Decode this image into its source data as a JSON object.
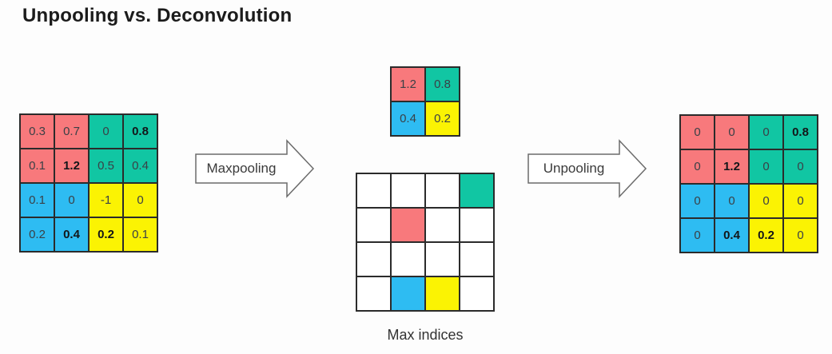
{
  "title": "Unpooling vs. Deconvolution",
  "colors": {
    "red": "#F8797C",
    "teal": "#11C6A3",
    "blue": "#2EBCF2",
    "yellow": "#FBF303",
    "white": "#FFFFFF",
    "grid_line": "#2B2B2B",
    "arrow_outline": "#6B6B6B"
  },
  "arrows": {
    "maxpooling": "Maxpooling",
    "unpooling": "Unpooling"
  },
  "input_grid": {
    "rows": 4,
    "cols": 4,
    "cells": [
      {
        "value": "0.3",
        "color": "red"
      },
      {
        "value": "0.7",
        "color": "red"
      },
      {
        "value": "0",
        "color": "teal"
      },
      {
        "value": "0.8",
        "color": "teal",
        "bold": true
      },
      {
        "value": "0.1",
        "color": "red"
      },
      {
        "value": "1.2",
        "color": "red",
        "bold": true
      },
      {
        "value": "0.5",
        "color": "teal"
      },
      {
        "value": "0.4",
        "color": "teal"
      },
      {
        "value": "0.1",
        "color": "blue"
      },
      {
        "value": "0",
        "color": "blue"
      },
      {
        "value": "-1",
        "color": "yellow"
      },
      {
        "value": "0",
        "color": "yellow"
      },
      {
        "value": "0.2",
        "color": "blue"
      },
      {
        "value": "0.4",
        "color": "blue",
        "bold": true
      },
      {
        "value": "0.2",
        "color": "yellow",
        "bold": true
      },
      {
        "value": "0.1",
        "color": "yellow"
      }
    ]
  },
  "pooled_grid": {
    "rows": 2,
    "cols": 2,
    "cells": [
      {
        "value": "1.2",
        "color": "red"
      },
      {
        "value": "0.8",
        "color": "teal"
      },
      {
        "value": "0.4",
        "color": "blue"
      },
      {
        "value": "0.2",
        "color": "yellow"
      }
    ]
  },
  "max_indices_grid": {
    "rows": 4,
    "cols": 4,
    "label": "Max indices",
    "cells": [
      {
        "value": "",
        "color": "white"
      },
      {
        "value": "",
        "color": "white"
      },
      {
        "value": "",
        "color": "white"
      },
      {
        "value": "",
        "color": "teal"
      },
      {
        "value": "",
        "color": "white"
      },
      {
        "value": "",
        "color": "red"
      },
      {
        "value": "",
        "color": "white"
      },
      {
        "value": "",
        "color": "white"
      },
      {
        "value": "",
        "color": "white"
      },
      {
        "value": "",
        "color": "white"
      },
      {
        "value": "",
        "color": "white"
      },
      {
        "value": "",
        "color": "white"
      },
      {
        "value": "",
        "color": "white"
      },
      {
        "value": "",
        "color": "blue"
      },
      {
        "value": "",
        "color": "yellow"
      },
      {
        "value": "",
        "color": "white"
      }
    ]
  },
  "output_grid": {
    "rows": 4,
    "cols": 4,
    "cells": [
      {
        "value": "0",
        "color": "red"
      },
      {
        "value": "0",
        "color": "red"
      },
      {
        "value": "0",
        "color": "teal"
      },
      {
        "value": "0.8",
        "color": "teal",
        "bold": true
      },
      {
        "value": "0",
        "color": "red"
      },
      {
        "value": "1.2",
        "color": "red",
        "bold": true
      },
      {
        "value": "0",
        "color": "teal"
      },
      {
        "value": "0",
        "color": "teal"
      },
      {
        "value": "0",
        "color": "blue"
      },
      {
        "value": "0",
        "color": "blue"
      },
      {
        "value": "0",
        "color": "yellow"
      },
      {
        "value": "0",
        "color": "yellow"
      },
      {
        "value": "0",
        "color": "blue"
      },
      {
        "value": "0.4",
        "color": "blue",
        "bold": true
      },
      {
        "value": "0.2",
        "color": "yellow",
        "bold": true
      },
      {
        "value": "0",
        "color": "yellow"
      }
    ]
  }
}
